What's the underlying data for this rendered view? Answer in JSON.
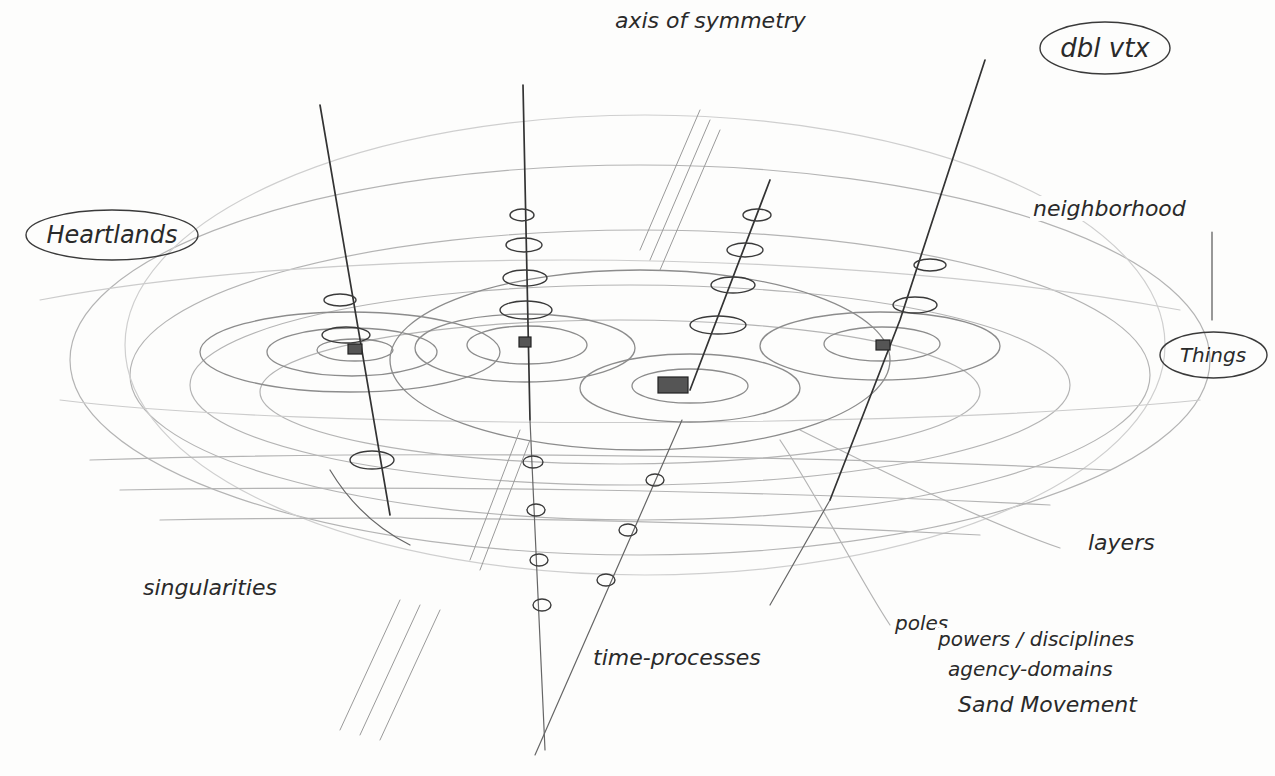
{
  "diagram": {
    "nodes": [
      {
        "text": [
          "dbl vtx"
        ]
      },
      {
        "text": [
          "Heartlands"
        ]
      },
      {
        "text": [
          "Things"
        ]
      }
    ],
    "labels": [
      "axis of symmetry",
      "neighborhood",
      "layers",
      "singularities",
      "time-processes",
      "poles",
      "powers / disciplines",
      "agency-domains",
      "Sand Movement"
    ]
  }
}
